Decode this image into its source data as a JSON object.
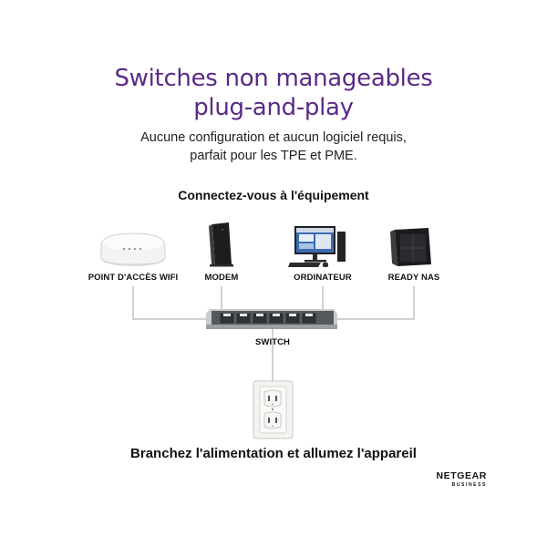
{
  "header": {
    "title_line1": "Switches non manageables",
    "title_line2": "plug-and-play",
    "subtitle_line1": "Aucune configuration et aucun logiciel requis,",
    "subtitle_line2": "parfait pour les TPE et PME."
  },
  "devices_heading": "Connectez-vous à l'équipement",
  "devices": [
    {
      "label": "POINT D'ACCÈS WIFI",
      "icon": "wifi-access-point-icon"
    },
    {
      "label": "MODEM",
      "icon": "modem-icon"
    },
    {
      "label": "ORDINATEUR",
      "icon": "computer-icon"
    },
    {
      "label": "READY NAS",
      "icon": "nas-icon"
    }
  ],
  "switch_label": "SWITCH",
  "power_heading": "Branchez l'alimentation et allumez l'appareil",
  "brand": {
    "name": "NETGEAR",
    "tagline": "BUSINESS"
  },
  "colors": {
    "title": "#5b2a86",
    "switch_body": "#55585c",
    "line": "#bfc2c5"
  }
}
